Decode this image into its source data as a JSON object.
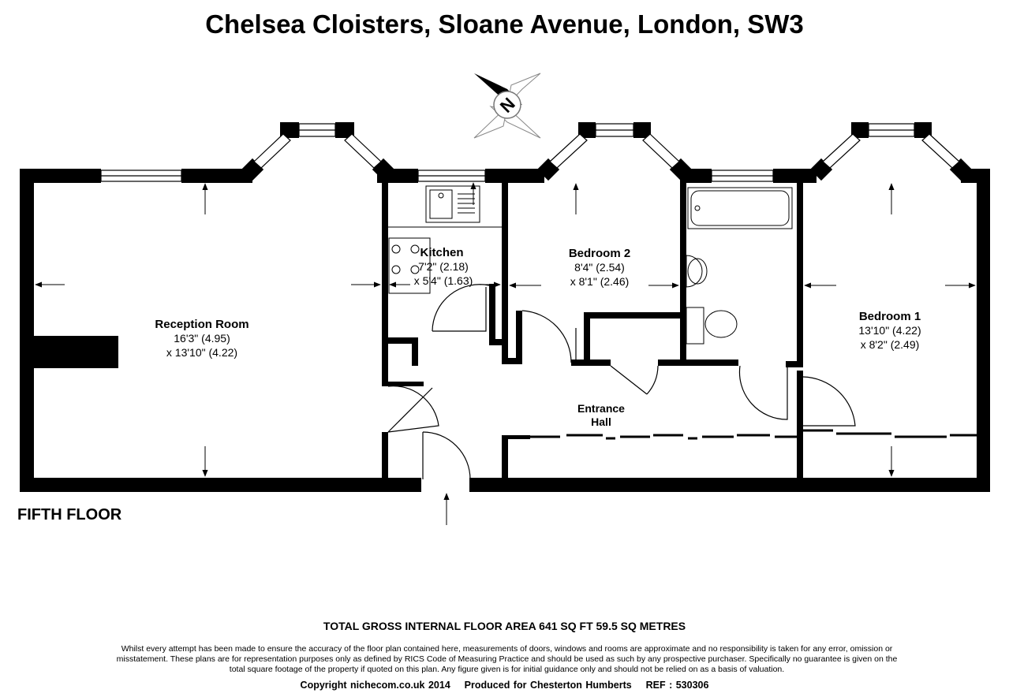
{
  "title": "Chelsea Cloisters, Sloane Avenue, London, SW3",
  "compass": {
    "letter": "N"
  },
  "rooms": {
    "reception": {
      "name": "Reception Room",
      "dim1": "16'3\"  (4.95)",
      "dim2": "x 13'10\" (4.22)"
    },
    "kitchen": {
      "name": "Kitchen",
      "dim1": "7'2\" (2.18)",
      "dim2": "x 5'4\" (1.63)"
    },
    "bedroom2": {
      "name": "Bedroom 2",
      "dim1": "8'4\" (2.54)",
      "dim2": "x 8'1\" (2.46)"
    },
    "bedroom1": {
      "name": "Bedroom 1",
      "dim1": "13'10\" (4.22)",
      "dim2": "x 8'2\" (2.49)"
    },
    "hall": {
      "line1": "Entrance",
      "line2": "Hall"
    }
  },
  "floor_label": "FIFTH FLOOR",
  "area_text": "TOTAL GROSS INTERNAL FLOOR AREA 641 SQ FT 59.5 SQ METRES",
  "disclaimer": "Whilst every attempt has been made to ensure the accuracy of the floor plan contained here, measurements of doors, windows and rooms are approximate and no responsibility is taken for any error, omission or misstatement. These plans are for representation purposes only as defined by RICS Code of Measuring Practice and should be used as such by any prospective purchaser. Specifically no guarantee is given on the total square footage of the property if quoted on this plan. Any figure given is for initial guidance only and should not be relied on as a basis of valuation.",
  "copyright": "Copyright nichecom.co.uk 2014    Produced for Chesterton Humberts    REF : 530306"
}
